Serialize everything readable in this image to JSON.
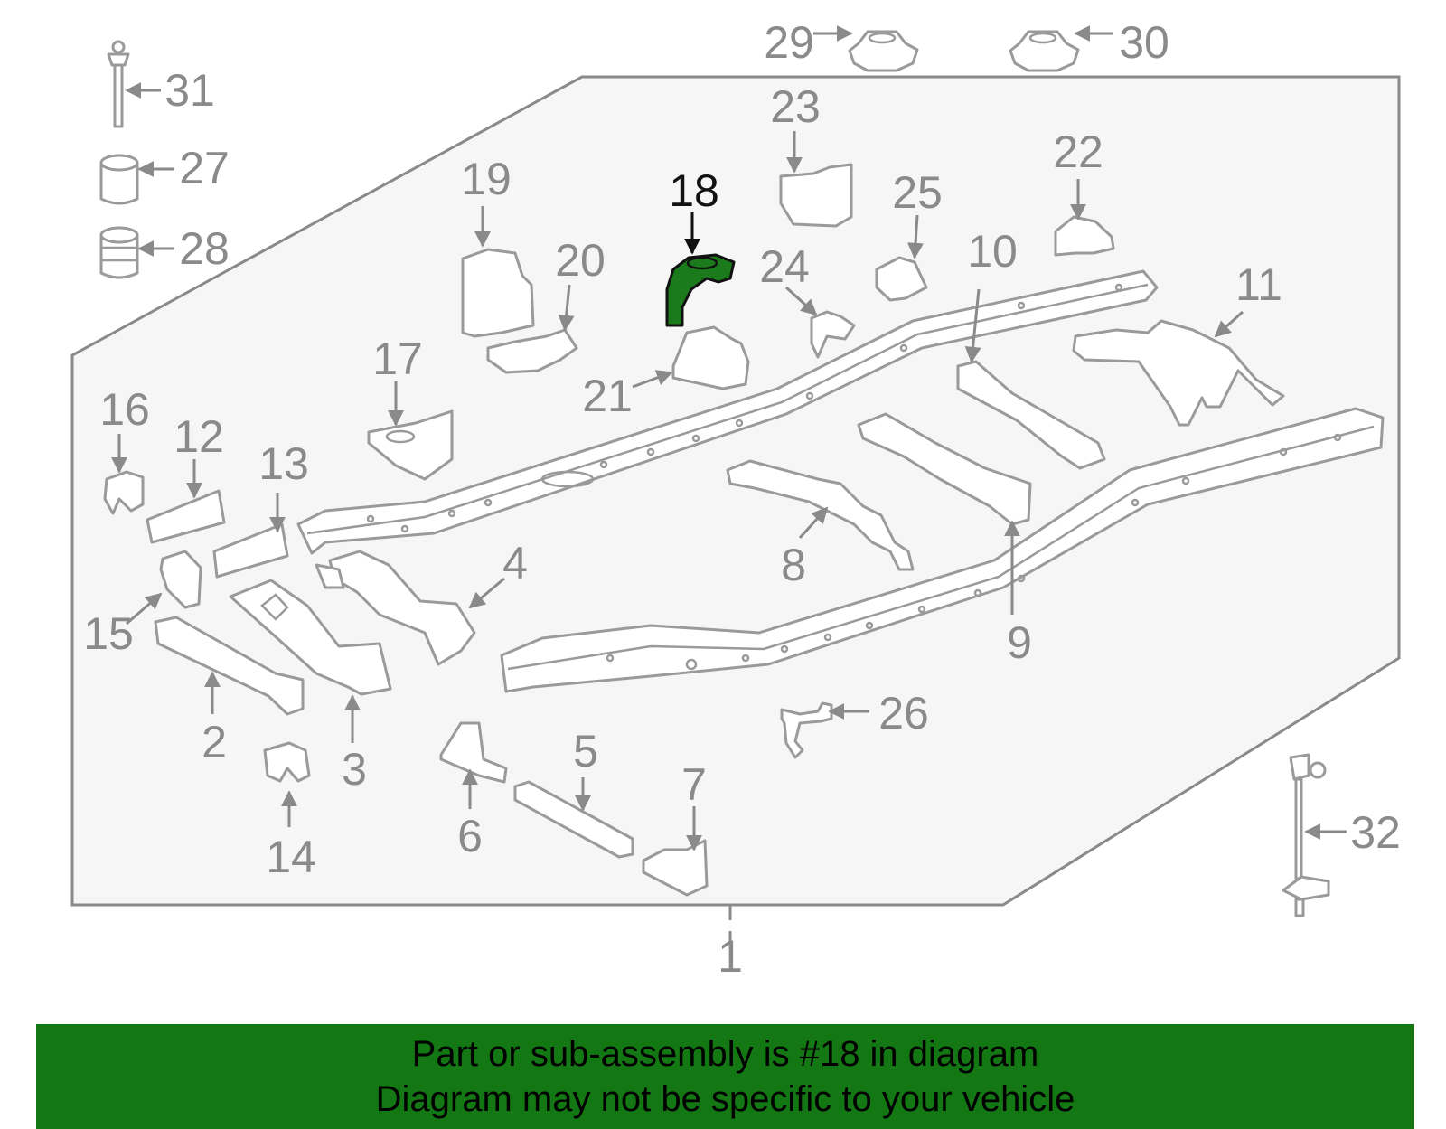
{
  "callouts": [
    "1",
    "2",
    "3",
    "4",
    "5",
    "6",
    "7",
    "8",
    "9",
    "10",
    "11",
    "12",
    "13",
    "14",
    "15",
    "16",
    "17",
    "18",
    "19",
    "20",
    "21",
    "22",
    "23",
    "24",
    "25",
    "26",
    "27",
    "28",
    "29",
    "30",
    "31",
    "32"
  ],
  "highlighted_part": "18",
  "colors": {
    "highlight_fill": "#1b7a1b",
    "banner_bg": "#137813",
    "panel_bg": "#f6f6f6",
    "line": "#9a9a9a"
  },
  "banner": {
    "line1": "Part or sub-assembly is #18 in diagram",
    "line2": "Diagram may not be specific to your vehicle"
  }
}
